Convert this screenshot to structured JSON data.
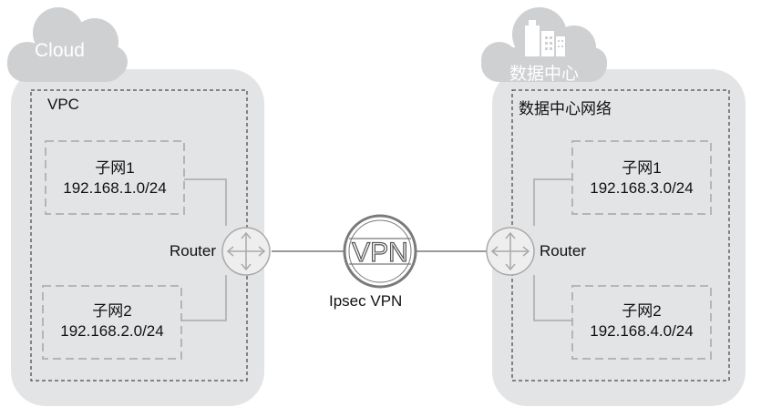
{
  "left_site": {
    "cloud_label": "Cloud",
    "network_label": "VPC",
    "router_label": "Router",
    "subnets": [
      {
        "name": "子网1",
        "cidr": "192.168.1.0/24"
      },
      {
        "name": "子网2",
        "cidr": "192.168.2.0/24"
      }
    ]
  },
  "right_site": {
    "cloud_label": "数据中心",
    "network_label": "数据中心网络",
    "router_label": "Router",
    "subnets": [
      {
        "name": "子网1",
        "cidr": "192.168.3.0/24"
      },
      {
        "name": "子网2",
        "cidr": "192.168.4.0/24"
      }
    ]
  },
  "vpn": {
    "badge_text": "VPN",
    "label": "Ipsec VPN"
  },
  "colors": {
    "panel": "#e3e4e6",
    "cloud": "#cfd0d2",
    "line": "#a9a9a9",
    "dash": "#b5b5b5",
    "border": "#222222",
    "router_fill": "#eeeeee",
    "vpn_stroke": "#7a7a7a"
  },
  "icons": {
    "router": "router-icon",
    "vpn": "vpn-icon",
    "building": "building-icon",
    "cloud": "cloud-icon"
  }
}
